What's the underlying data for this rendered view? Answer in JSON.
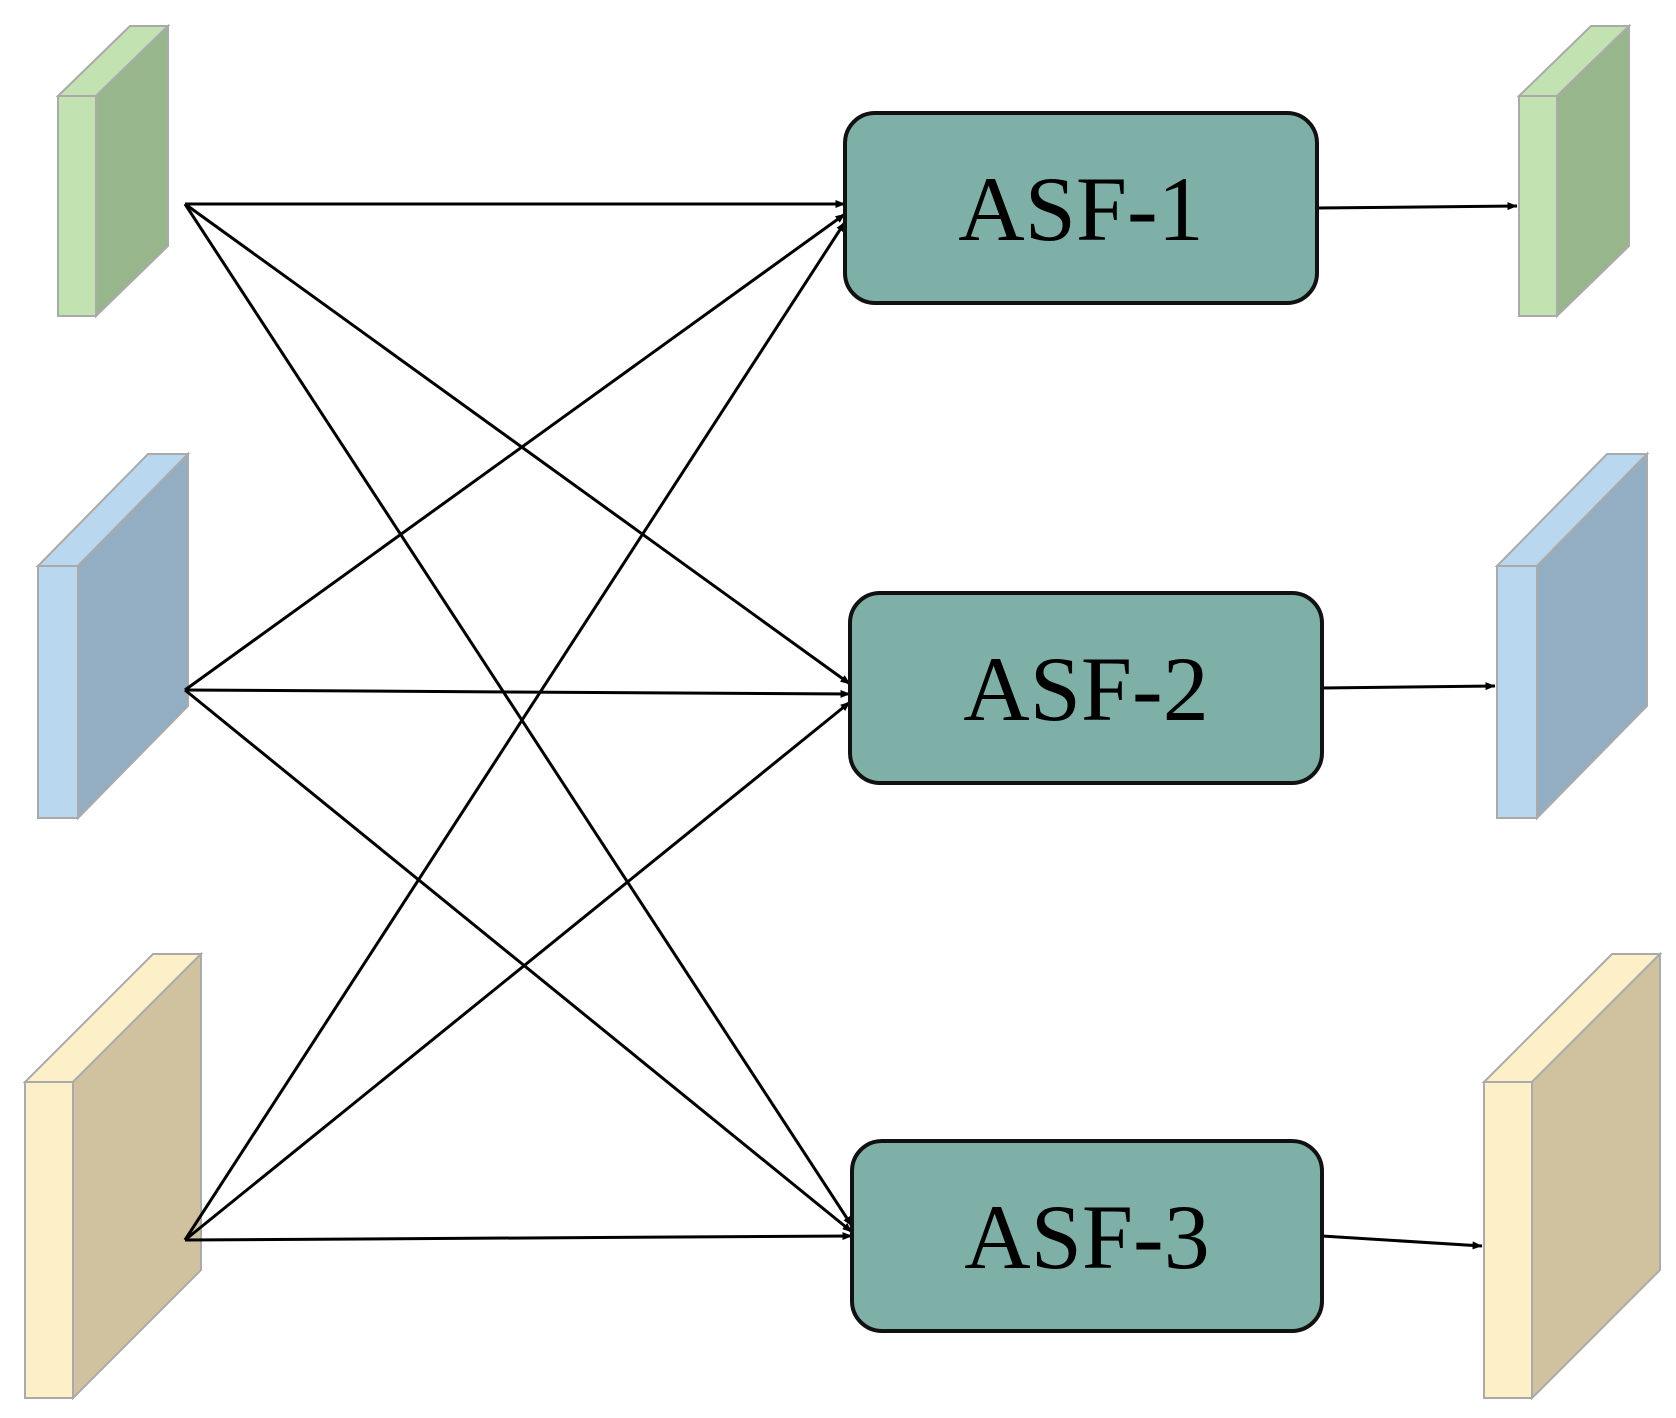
{
  "colors": {
    "background": "#ffffff",
    "line": "#000000",
    "module_fill": "#7fb0a7",
    "module_stroke": "#111111",
    "feature_green_front": "#c2e2b1",
    "feature_green_side": "#97b68c",
    "feature_blue_front": "#b9d7ef",
    "feature_blue_side": "#93adc2",
    "feature_yellow_front": "#fdf0c8",
    "feature_yellow_side": "#d0c29f",
    "feature_edge": "#aaaaaa"
  },
  "inputs": [
    {
      "name": "input-feature-green",
      "color": "green"
    },
    {
      "name": "input-feature-blue",
      "color": "blue"
    },
    {
      "name": "input-feature-yellow",
      "color": "yellow"
    }
  ],
  "outputs": [
    {
      "name": "output-feature-green",
      "color": "green"
    },
    {
      "name": "output-feature-blue",
      "color": "blue"
    },
    {
      "name": "output-feature-yellow",
      "color": "yellow"
    }
  ],
  "modules": [
    {
      "label": "ASF-1"
    },
    {
      "label": "ASF-2"
    },
    {
      "label": "ASF-3"
    }
  ],
  "connections": [
    {
      "from": 0,
      "to": 0
    },
    {
      "from": 0,
      "to": 1
    },
    {
      "from": 0,
      "to": 2
    },
    {
      "from": 1,
      "to": 0
    },
    {
      "from": 1,
      "to": 1
    },
    {
      "from": 1,
      "to": 2
    },
    {
      "from": 2,
      "to": 0
    },
    {
      "from": 2,
      "to": 1
    },
    {
      "from": 2,
      "to": 2
    }
  ]
}
